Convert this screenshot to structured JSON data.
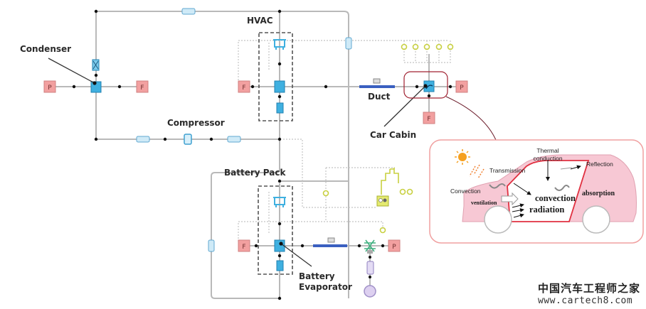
{
  "labels": {
    "condenser": "Condenser",
    "compressor": "Compressor",
    "hvac": "HVAC",
    "duct": "Duct",
    "car_cabin": "Car Cabin",
    "battery_pack": "Battery Pack",
    "battery_evaporator_line1": "Battery",
    "battery_evaporator_line2": "Evaporator"
  },
  "port_glyphs": {
    "pressure": "P",
    "flow": "F"
  },
  "cabin_inset": {
    "thermal_conduction_line1": "Thermal",
    "thermal_conduction_line2": "conduction",
    "reflection": "Reflection",
    "transmission": "Transmission",
    "convection_outside": "Convection",
    "ventilation": "ventilation",
    "convection_inside": "convection",
    "radiation": "radiation",
    "absorption": "absorption"
  },
  "watermark": {
    "site_name": "中国汽车工程师之家",
    "url": "www.cartech8.com"
  },
  "colors": {
    "pipe": "#b9b9b9",
    "component_blue": "#3fb0e0",
    "port_red": "#f2a0a0",
    "sensor_yellow": "#d8e060",
    "highlight_border": "#a02030",
    "inset_border": "#f0a0a0",
    "car_body": "#f7c8d4",
    "cabin_outline": "#e03040",
    "sun": "#f5a020"
  }
}
